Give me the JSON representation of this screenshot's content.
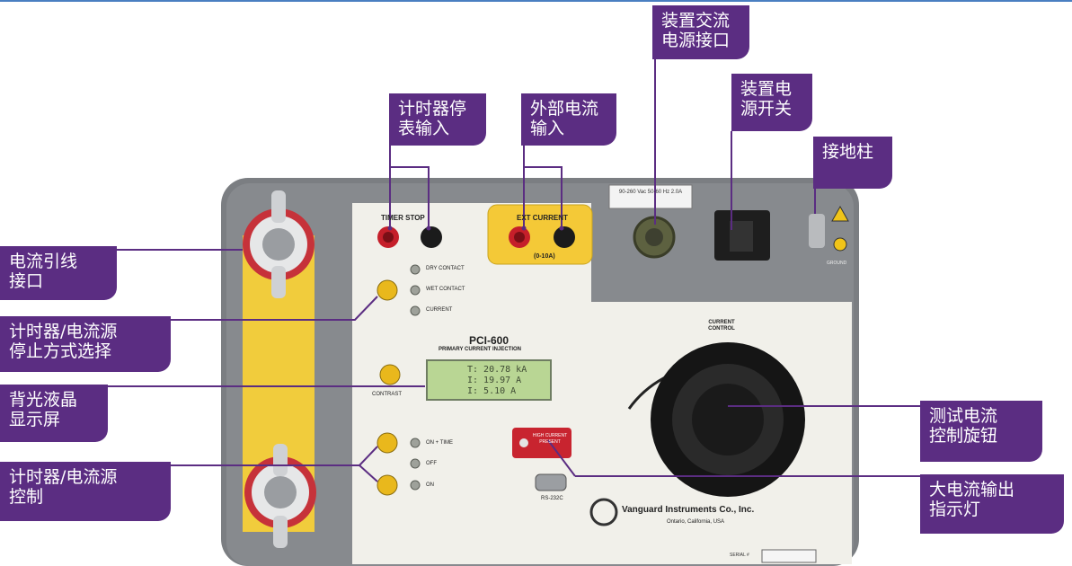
{
  "callouts": {
    "timer_stop_input": "计时器停\n表输入",
    "ext_current_input": "外部电流\n输入",
    "ac_power_port": "装置交流\n电源接口",
    "power_switch": "装置电\n源开关",
    "ground_post": "接地柱",
    "current_lead_port": "电流引线\n接口",
    "stop_mode_select": "计时器/电流源\n停止方式选择",
    "backlit_lcd": "背光液晶\n显示屏",
    "source_control": "计时器/电流源\n控制",
    "current_knob": "测试电流\n控制旋钮",
    "high_current_lamp": "大电流输出\n指示灯"
  },
  "panel": {
    "timer_stop": "TIMER STOP",
    "ext_current": "EXT CURRENT",
    "ext_current_range": "(0-10A)",
    "dry_contact": "DRY CONTACT",
    "wet_contact": "WET CONTACT",
    "current": "CURRENT",
    "model": "PCI-600",
    "subtitle": "PRIMARY CURRENT INJECTION",
    "contrast": "CONTRAST",
    "on_time": "ON + TIME",
    "off": "OFF",
    "on": "ON",
    "lamp_text": "HIGH CURRENT PRESENT",
    "rs232": "RS-232C",
    "company": "Vanguard Instruments Co., Inc.",
    "location": "Ontario, California, USA",
    "power_rating": "90-260 Vac 50-60 Hz 2.0A",
    "current_control": "CURRENT CONTROL",
    "ground": "GROUND",
    "serial": "SERIAL #",
    "lcd_lines": [
      "T: 20.78 kA",
      "I: 19.97 A",
      "I: 5.10 A"
    ]
  }
}
